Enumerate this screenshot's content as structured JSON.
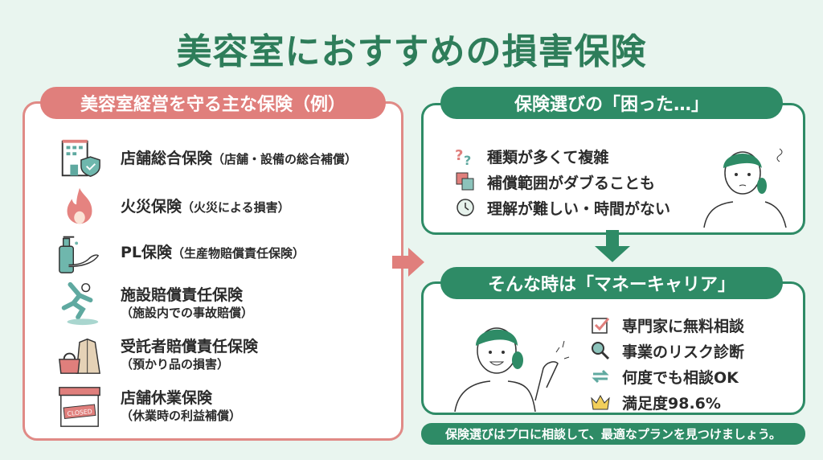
{
  "title": "美容室におすすめの損害保険",
  "left": {
    "header": "美容室経営を守る主な保険（例）",
    "items": [
      {
        "icon": "building-shield-icon",
        "main": "店舗総合保険",
        "sub": "（店舗・設備の総合補償）"
      },
      {
        "icon": "fire-icon",
        "main": "火災保険",
        "sub": "（火災による損害）"
      },
      {
        "icon": "pump-bottle-hand-icon",
        "main": "PL保険",
        "sub": "（生産物賠償責任保険）"
      },
      {
        "icon": "slipping-person-icon",
        "main": "施設賠償責任保険",
        "sub": "（施設内での事故賠償）"
      },
      {
        "icon": "bag-coat-icon",
        "main": "受託者賠償責任保険",
        "sub": "（預かり品の損害）"
      },
      {
        "icon": "closed-shop-icon",
        "main": "店舗休業保険",
        "sub": "（休業時の利益補償）"
      }
    ]
  },
  "problems": {
    "header": "保険選びの「困った…」",
    "items": [
      {
        "icon": "question-marks-icon",
        "text": "種類が多くて複雑"
      },
      {
        "icon": "overlap-squares-icon",
        "text": "補償範囲がダブることも"
      },
      {
        "icon": "clock-icon",
        "text": "理解が難しい・時間がない"
      }
    ]
  },
  "solution": {
    "header": "そんな時は「マネーキャリア」",
    "items": [
      {
        "icon": "checkbox-icon",
        "text": "専門家に無料相談"
      },
      {
        "icon": "magnifier-icon",
        "text": "事業のリスク診断"
      },
      {
        "icon": "repeat-icon",
        "text": "何度でも相談OK"
      },
      {
        "icon": "crown-icon",
        "text": "満足度98.6%"
      }
    ]
  },
  "footer": "保険選びはプロに相談して、最適なプランを見つけましょう。",
  "colors": {
    "green": "#2e8b66",
    "pink": "#e07f7c",
    "bg": "#e9f5ef"
  }
}
